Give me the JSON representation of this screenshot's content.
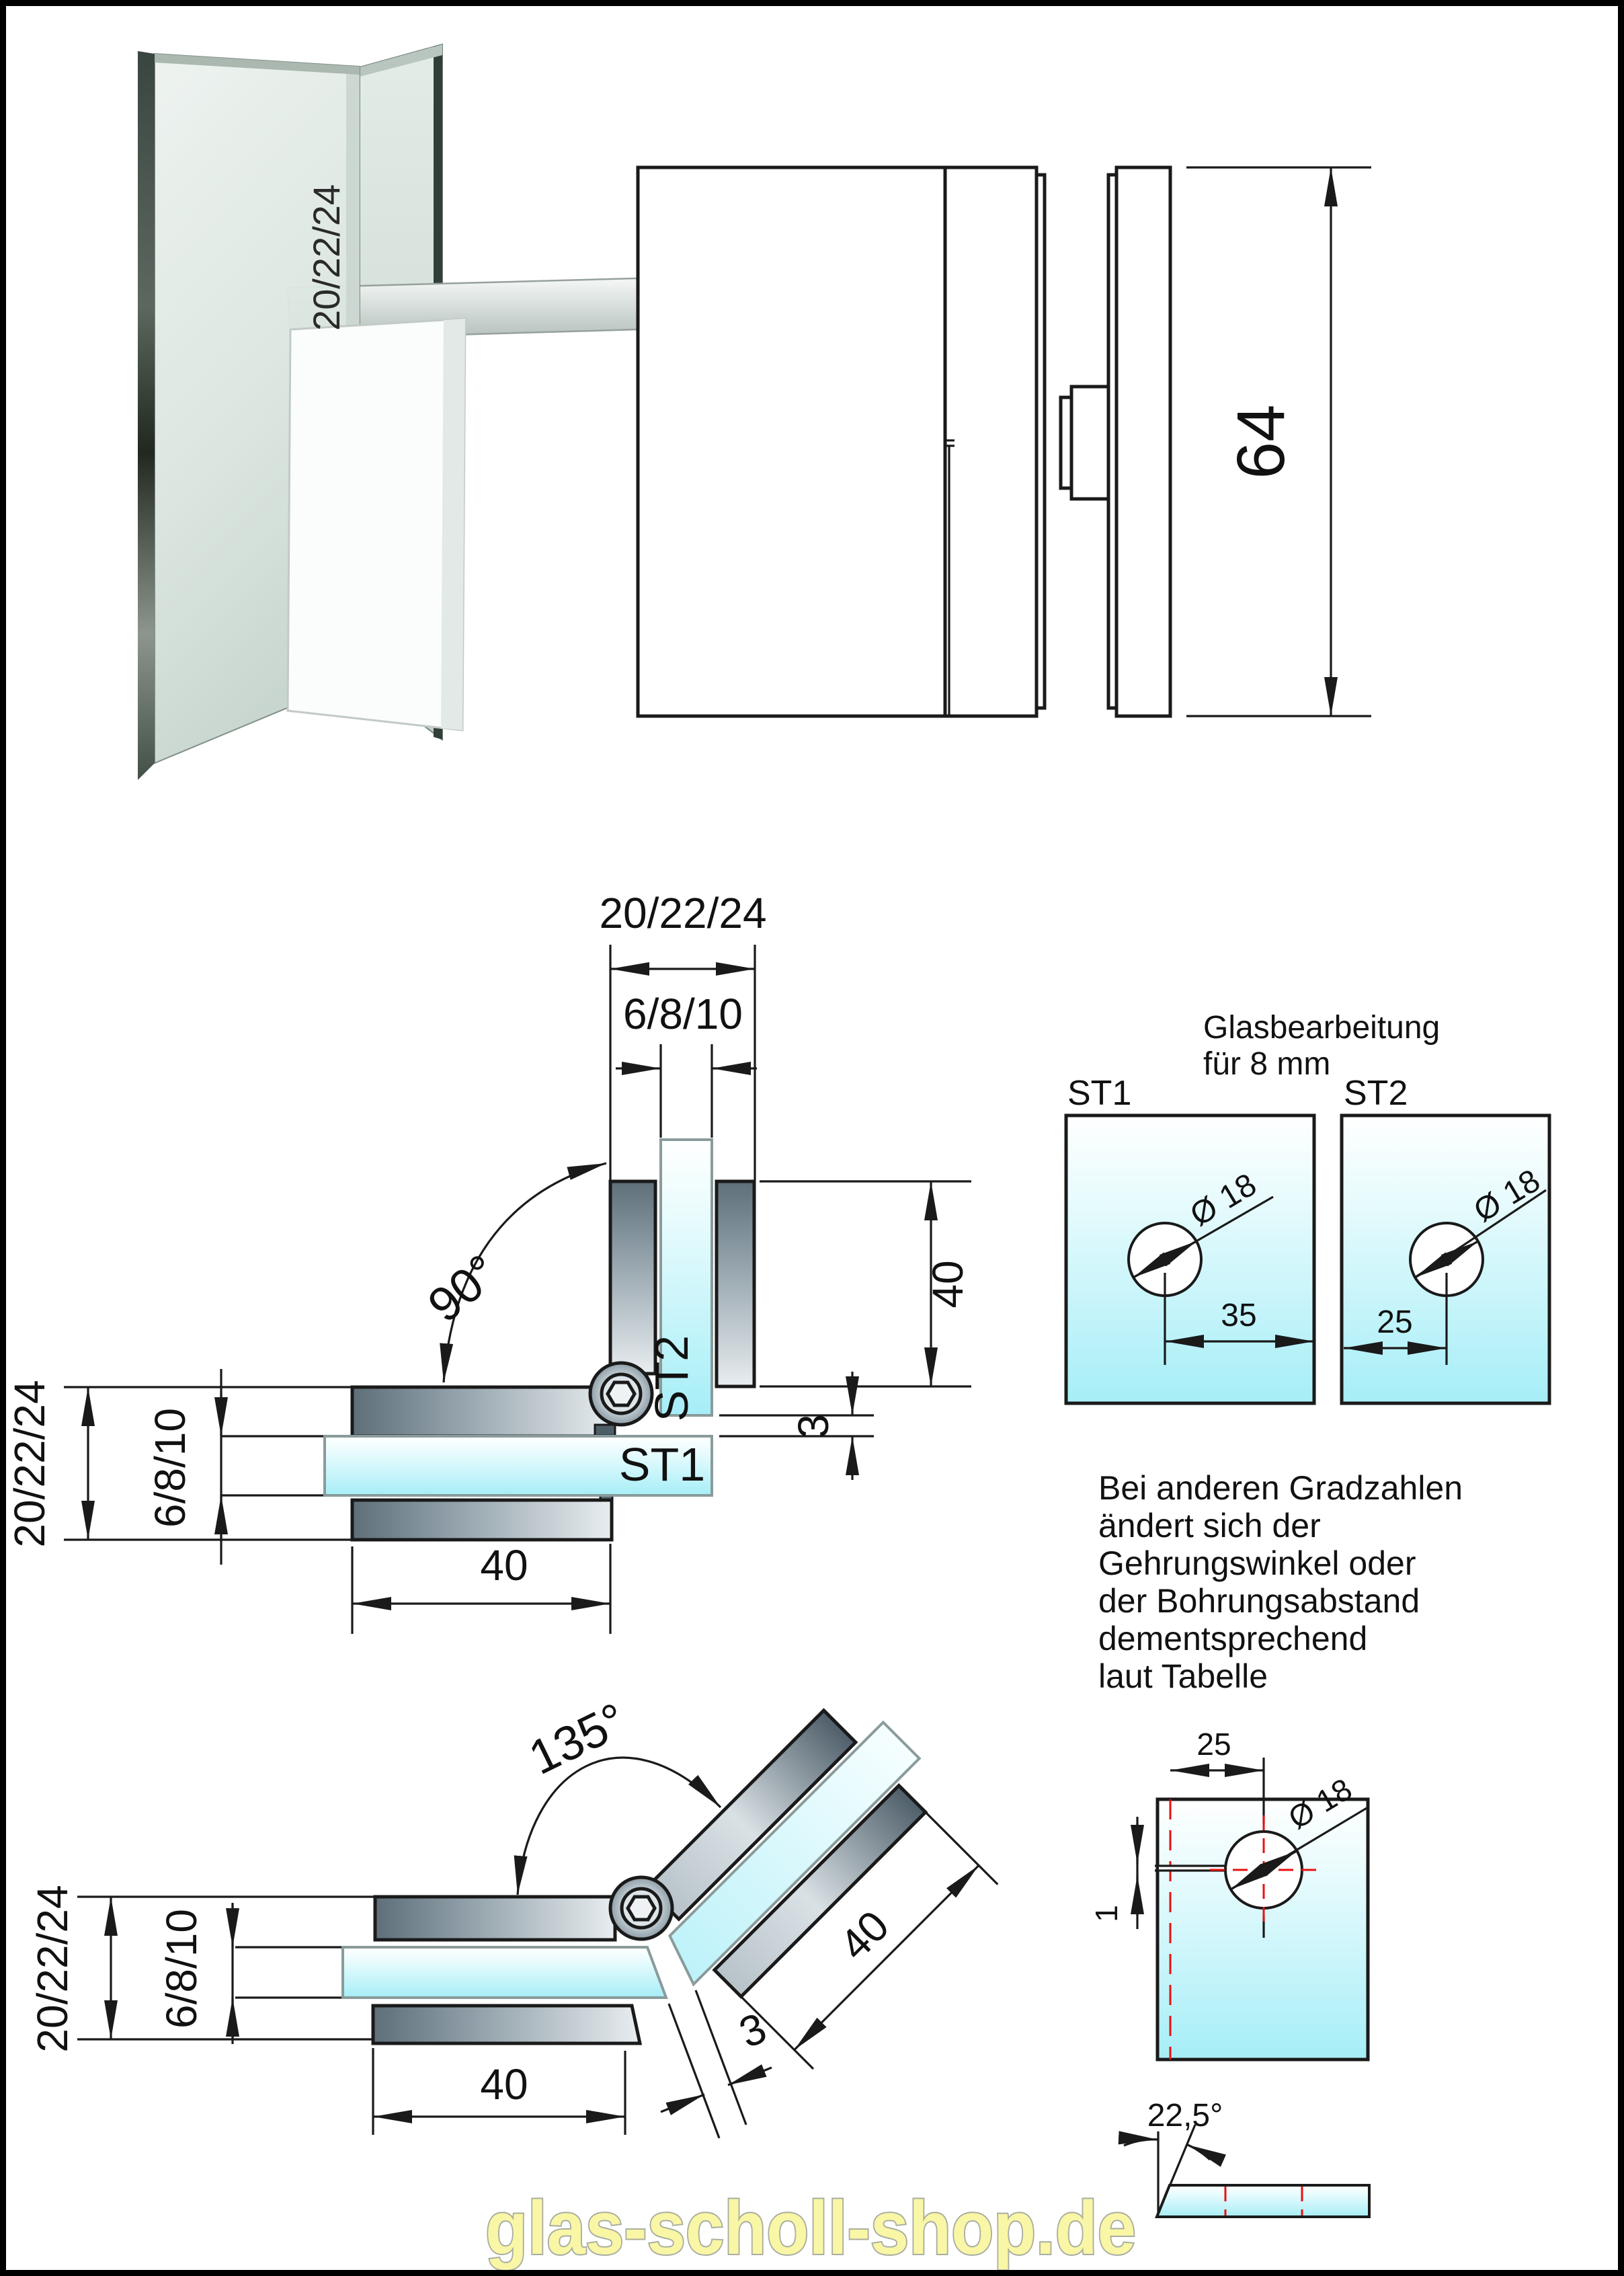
{
  "product": {
    "size_label": "20/22/24"
  },
  "side_view": {
    "height_dim": "64"
  },
  "view_90": {
    "angle": "90°",
    "top_total_dim": "20/22/24",
    "top_glass_dim": "6/8/10",
    "left_total_dim": "20/22/24",
    "left_glass_dim": "6/8/10",
    "right_width_dim": "40",
    "bottom_width_dim": "40",
    "gap_dim": "3",
    "glass1_label": "ST1",
    "glass2_label": "ST2"
  },
  "glass_processing": {
    "title_line1": "Glasbearbeitung",
    "title_line2": "für 8 mm",
    "st1_label": "ST1",
    "st2_label": "ST2",
    "st1_hole_dia": "Ø 18",
    "st2_hole_dia": "Ø 18",
    "st1_hole_dist": "35",
    "st2_hole_dist": "25"
  },
  "note": {
    "lines": [
      "Bei anderen Gradzahlen",
      "ändert sich der",
      "Gehrungswinkel oder",
      "der Bohrungsabstand",
      "dementsprechend",
      "laut Tabelle"
    ]
  },
  "drill_detail": {
    "edge_dist": "25",
    "hole_dia": "Ø 18",
    "slot_width": "1"
  },
  "bevel_detail": {
    "angle": "22,5°"
  },
  "view_135": {
    "angle": "135°",
    "left_total_dim": "20/22/24",
    "left_glass_dim": "6/8/10",
    "bottom_width_dim": "40",
    "diag_width_dim": "40",
    "gap_dim": "3"
  },
  "watermark": "glas-scholl-shop.de",
  "colors": {
    "label_blue": "#0f9bdc",
    "glass_cyan": "#aeeff7",
    "metal_dark": "#5e6f7a",
    "centerline_red": "#e81010",
    "watermark_yellow": "#f9f6a6",
    "line_black": "#1a1a1a"
  }
}
